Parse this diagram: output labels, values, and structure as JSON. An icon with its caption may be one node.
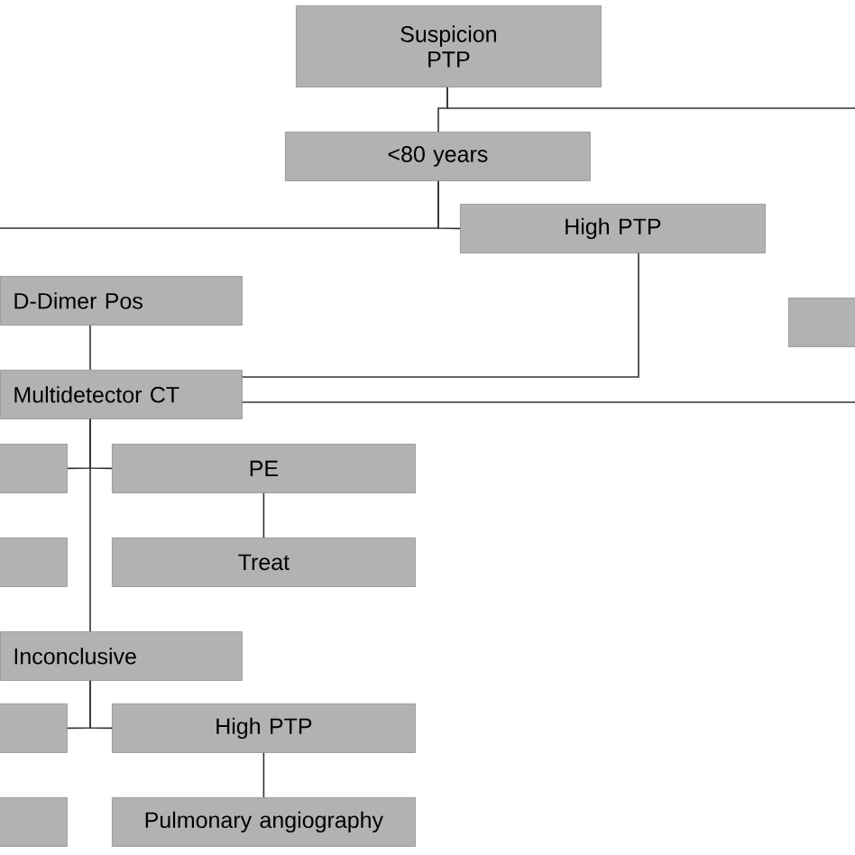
{
  "diagram": {
    "nodes": [
      {
        "text": [
          "Suspicion PTP"
        ]
      },
      {
        "text": [
          "<80 years"
        ]
      },
      {
        "text": [
          "High PTP"
        ]
      },
      {
        "text": [
          "D-Dimer Pos"
        ]
      },
      {
        "text": [
          "Multidetector CT"
        ]
      },
      {
        "text": [],
        "shape": "box"
      },
      {
        "text": [],
        "shape": "box"
      },
      {
        "text": [
          "PE"
        ]
      },
      {
        "text": [],
        "shape": "box"
      },
      {
        "text": [
          "Treat"
        ]
      },
      {
        "text": [
          "Inconclusive"
        ]
      },
      {
        "text": [],
        "shape": "box"
      },
      {
        "text": [
          "High PTP"
        ]
      },
      {
        "text": [],
        "shape": "box"
      },
      {
        "text": [
          "Pulmonary angiography"
        ]
      }
    ],
    "edges": [
      {
        "from": 0,
        "to": 1,
        "arrow": "none"
      },
      {
        "from": 0,
        "to": null,
        "arrow": "none"
      },
      {
        "from": 1,
        "to": 2,
        "arrow": "none"
      },
      {
        "from": 1,
        "to": null,
        "arrow": "none"
      },
      {
        "from": 2,
        "to": 4,
        "arrow": "none"
      },
      {
        "from": 3,
        "to": 4,
        "arrow": "none"
      },
      {
        "from": 4,
        "to": null,
        "arrow": "none"
      },
      {
        "from": 4,
        "to": 6,
        "arrow": "none"
      },
      {
        "from": 4,
        "to": 7,
        "arrow": "none"
      },
      {
        "from": 4,
        "to": 10,
        "arrow": "none"
      },
      {
        "from": 7,
        "to": 9,
        "arrow": "none"
      },
      {
        "from": 10,
        "to": 11,
        "arrow": "none"
      },
      {
        "from": 10,
        "to": 12,
        "arrow": "none"
      },
      {
        "from": 12,
        "to": 14,
        "arrow": "none"
      }
    ]
  }
}
